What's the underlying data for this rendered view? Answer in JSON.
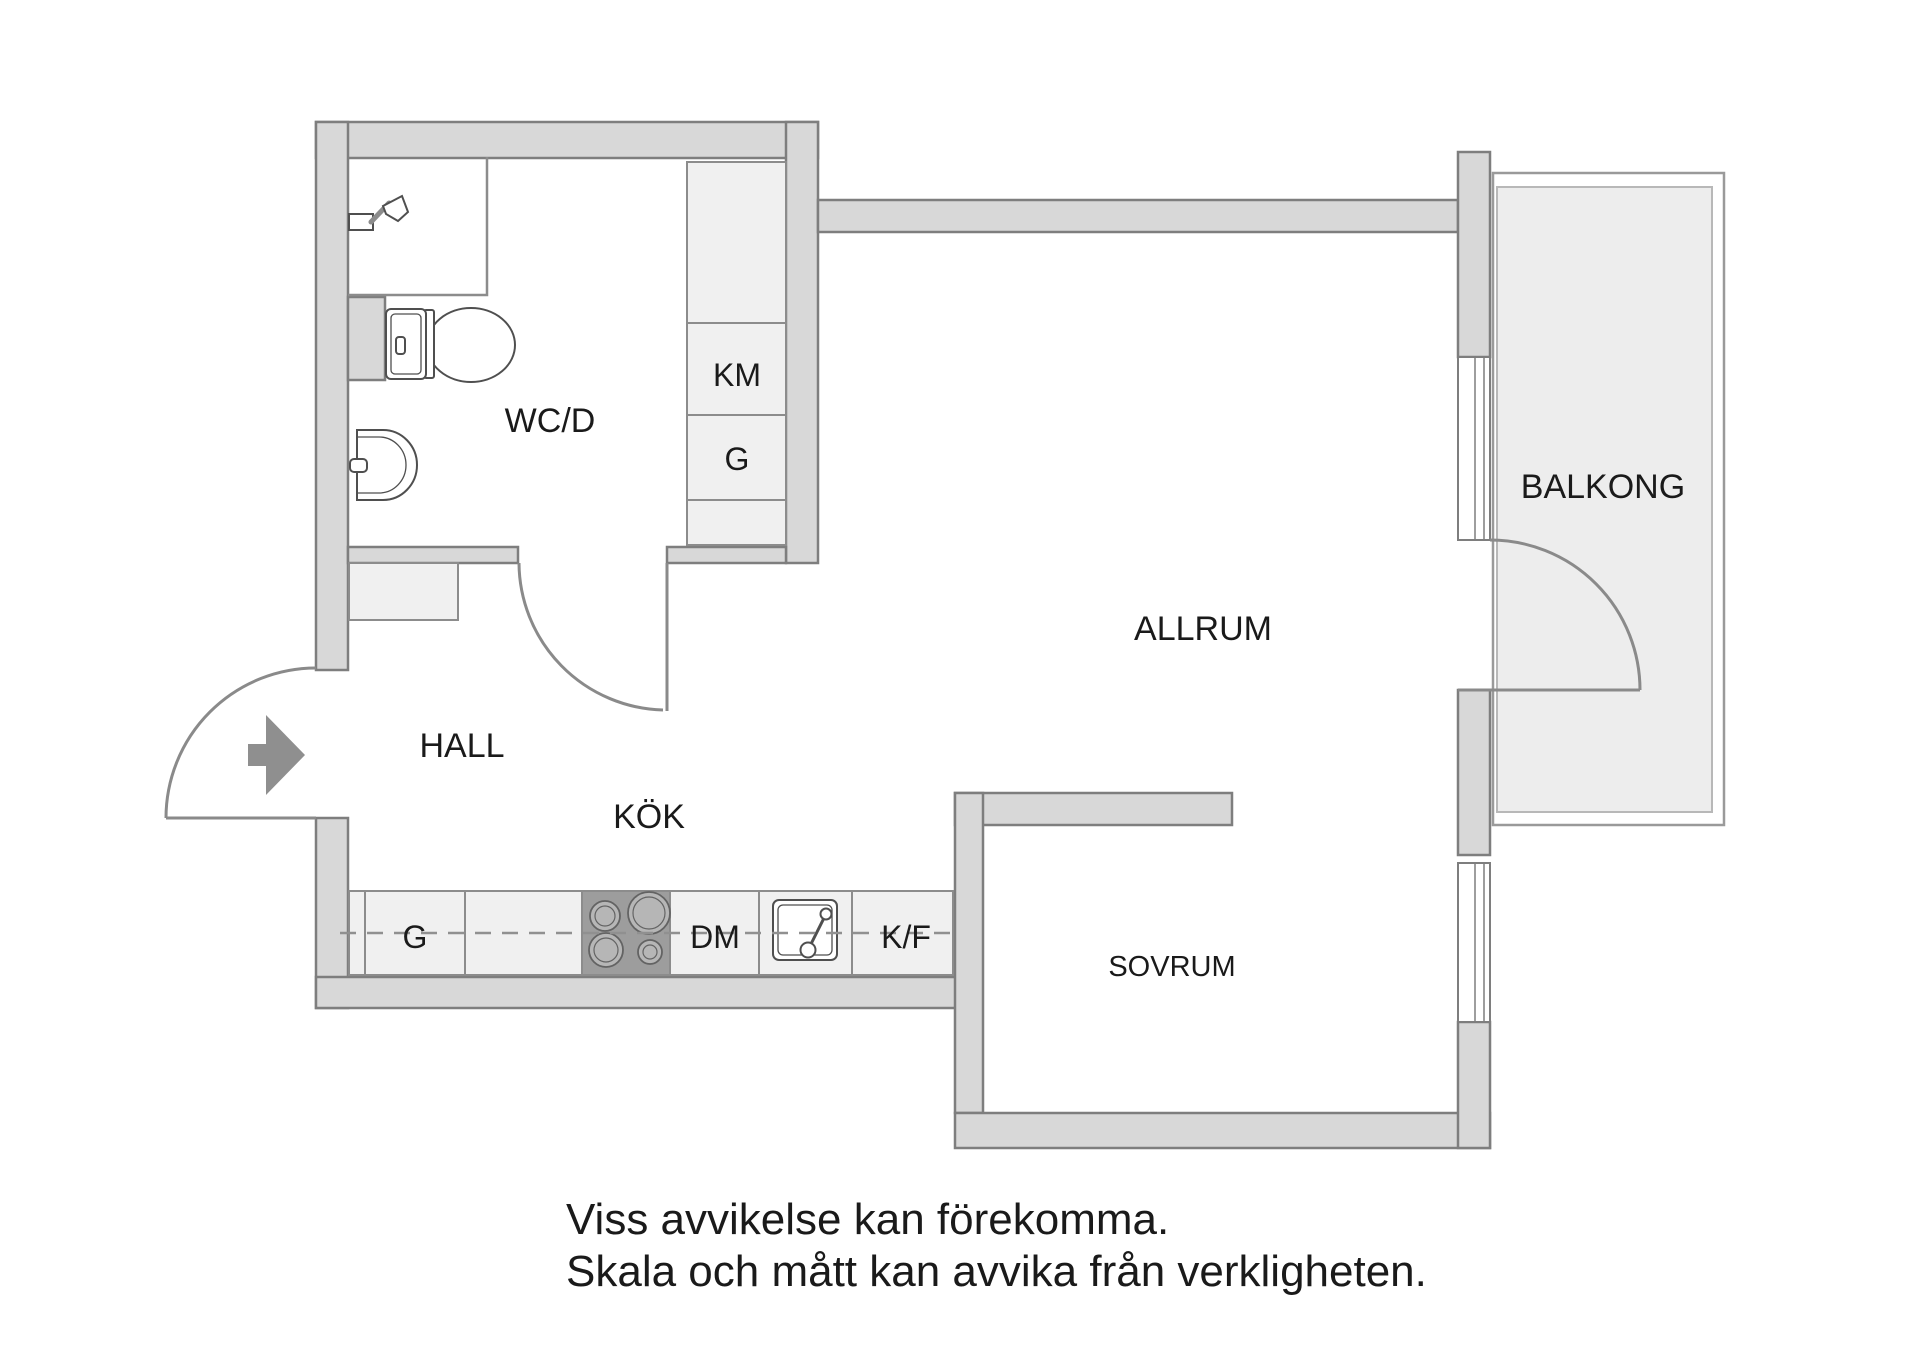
{
  "plan": {
    "type": "apartment-floor-plan",
    "rooms": {
      "wcd": {
        "label": "WC/D"
      },
      "hall": {
        "label": "HALL"
      },
      "kok": {
        "label": "KÖK"
      },
      "allrum": {
        "label": "ALLRUM"
      },
      "sovrum": {
        "label": "SOVRUM"
      },
      "balkong": {
        "label": "BALKONG"
      }
    },
    "closets": {
      "km": {
        "label": "KM"
      },
      "g": {
        "label": "G"
      }
    },
    "kitchen": {
      "g": {
        "label": "G"
      },
      "dm": {
        "label": "DM"
      },
      "kf": {
        "label": "K/F"
      }
    },
    "disclaimer": {
      "line1": "Viss avvikelse kan förekomma.",
      "line2": "Skala och mått kan avvika från verkligheten."
    },
    "colors": {
      "wall_fill": "#d8d8d8",
      "wall_stroke": "#7e7e7e",
      "cabinet_fill": "#f0f0f0",
      "stove_fill": "#9d9d9d",
      "burner_fill": "#b6b6b6",
      "balcony_fill": "#ededed",
      "door_stroke": "#8a8a8a",
      "arrow_fill": "#8f8f8f",
      "text_color": "#1a1a1a"
    }
  }
}
